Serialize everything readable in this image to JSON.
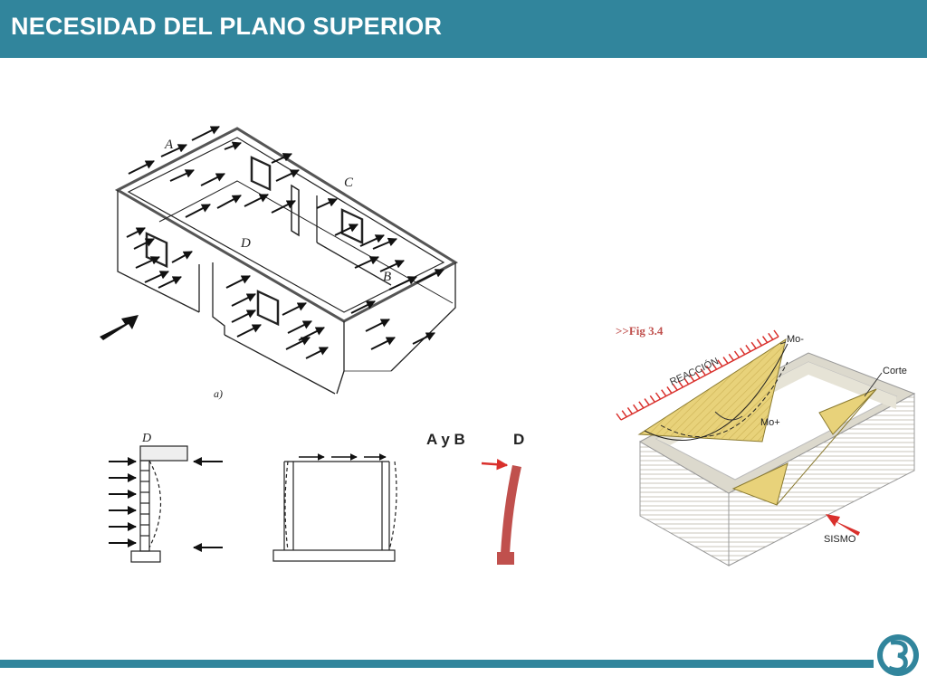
{
  "header": {
    "title": "NECESIDAD DEL PLANO SUPERIOR"
  },
  "isometric": {
    "labels": {
      "a": "A",
      "b": "B",
      "c": "C",
      "d": "D"
    },
    "caption": "a)"
  },
  "sections": {
    "wall_d_label": "D"
  },
  "column_labels": {
    "ab": "A y B",
    "d": "D"
  },
  "fig34": {
    "title": ">>Fig 3.4",
    "reaccion": "REACCIÓN",
    "mo_minus": "Mo-",
    "mo_plus": "Mo+",
    "corte": "Corte",
    "sismo": "SISMO"
  },
  "colors": {
    "header": "#31859c",
    "accent_red": "#c0504d",
    "yellow": "#e8d27a"
  }
}
